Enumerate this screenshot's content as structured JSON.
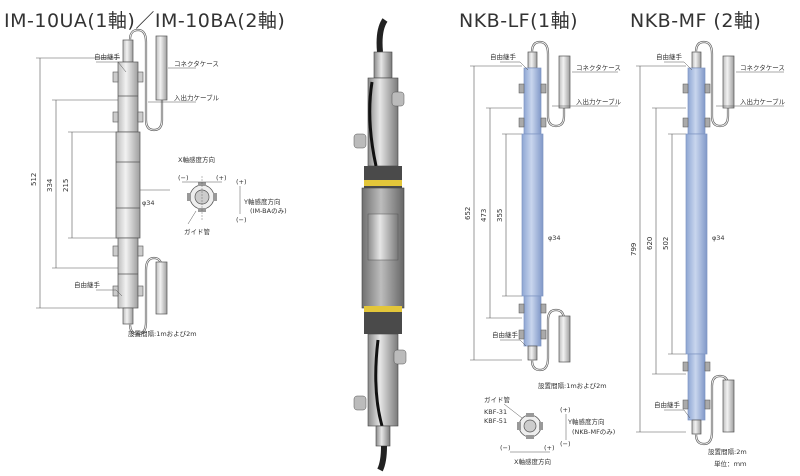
{
  "titles": {
    "im": "IM-10UA(1軸)／IM-10BA(2軸)",
    "nkb_lf": "NKB-LF(1軸)",
    "nkb_mf": "NKB-MF (2軸)"
  },
  "im_labels": {
    "free_top": "自由継手",
    "connector": "コネクタケース",
    "io_cable": "入出力ケーブル",
    "x_dir": "X軸感度方向",
    "minus_x": "(−)",
    "plus_x": "(+)",
    "plus_y": "(+)",
    "y_dir": "Y軸感度方向",
    "y_dir_note": "(IM-BAのみ)",
    "minus_y": "(−)",
    "phi": "φ34",
    "guide": "ガイド管",
    "free_bottom": "自由継手",
    "spacing": "設置間隔:1mおよび2m",
    "dim_512": "512",
    "dim_334": "334",
    "dim_215": "215"
  },
  "lf_labels": {
    "free_top": "自由継手",
    "connector": "コネクタケース",
    "io_cable": "入出力ケーブル",
    "dim_652": "652",
    "dim_473": "473",
    "dim_355": "355",
    "phi": "φ34",
    "free_bottom": "自由継手",
    "spacing": "設置間隔:1mおよび2m",
    "guide": "ガイド管",
    "kbf31": "KBF-31",
    "kbf51": "KBF-51",
    "plus_y": "(+)",
    "y_dir": "Y軸感度方向",
    "y_dir_note": "(NKB-MFのみ)",
    "minus_x": "(−)",
    "plus_x": "(+)",
    "minus_y": "(−)",
    "x_dir": "X軸感度方向"
  },
  "mf_labels": {
    "free_top": "自由継手",
    "connector": "コネクタケース",
    "io_cable": "入出力ケーブル",
    "dim_799": "799",
    "dim_620": "620",
    "dim_502": "502",
    "phi": "φ34",
    "free_bottom": "自由継手",
    "spacing": "設置間隔:2m",
    "unit": "単位：ｍｍ"
  },
  "colors": {
    "sensor_blue": "#a9bde0",
    "sensor_blue_edge": "#7e95c2",
    "metal": "#d9d9d9",
    "line": "#555555"
  }
}
